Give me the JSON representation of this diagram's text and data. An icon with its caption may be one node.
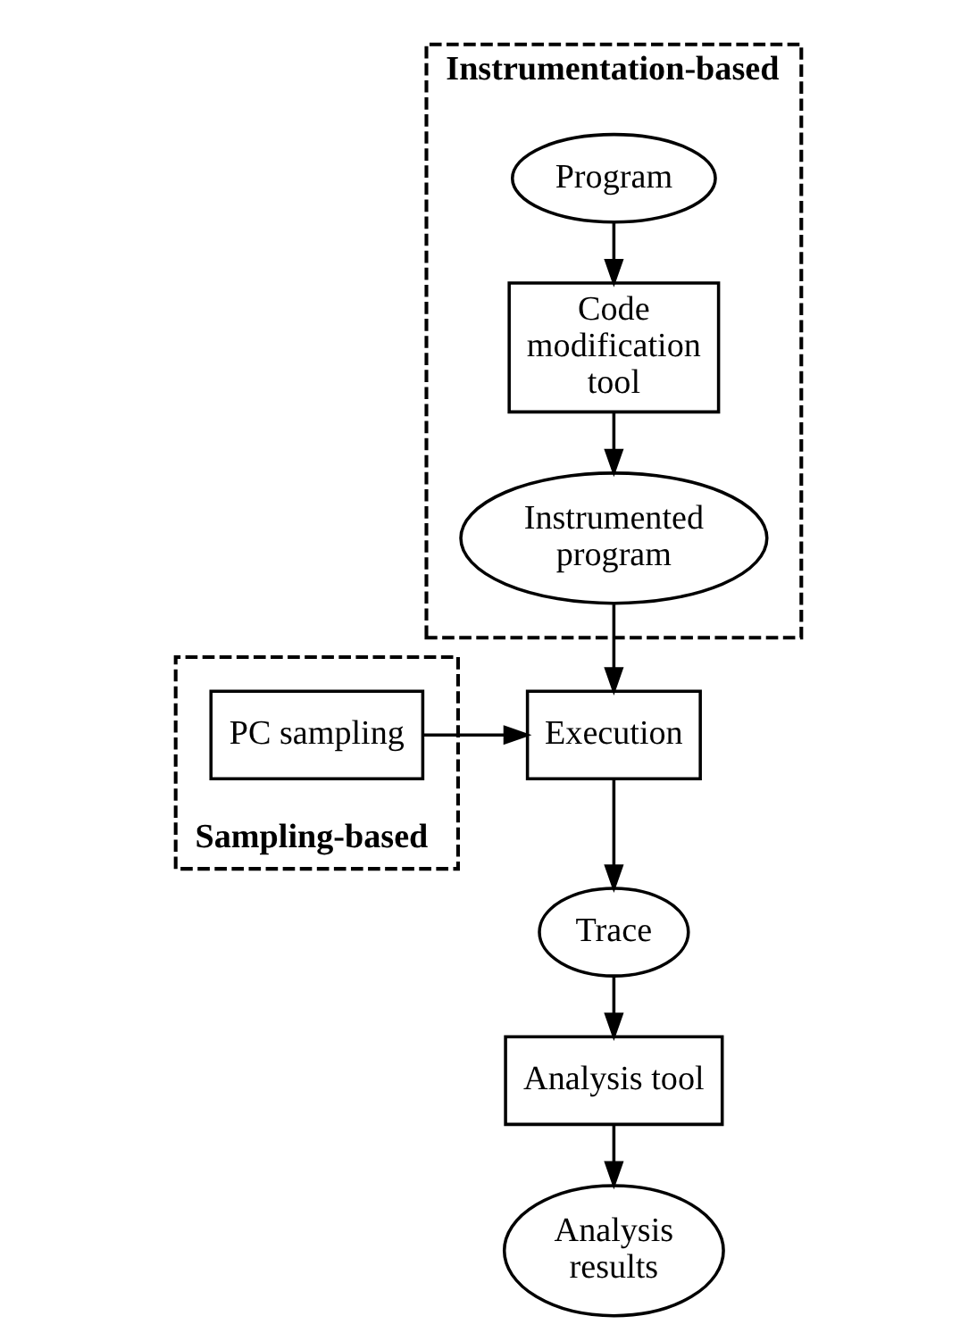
{
  "diagram": {
    "nodes": [
      {
        "text": [
          "Instrumentation-based"
        ]
      },
      {
        "text": [
          "Program"
        ],
        "in": 0
      },
      {
        "text": [
          "Code modification tool"
        ],
        "in": 0
      },
      {
        "text": [
          "Instrumented program"
        ],
        "in": 0
      },
      {
        "text": [
          "Sampling-based"
        ]
      },
      {
        "text": [
          "PC sampling"
        ],
        "in": 4
      },
      {
        "text": [
          "Execution"
        ]
      },
      {
        "text": [
          "Trace"
        ]
      },
      {
        "text": [
          "Analysis tool"
        ]
      },
      {
        "text": [
          "Analysis results"
        ]
      }
    ],
    "edges": [
      {
        "from": 1,
        "to": 2,
        "arrow": "to"
      },
      {
        "from": 2,
        "to": 3,
        "arrow": "to"
      },
      {
        "from": 3,
        "to": 6,
        "arrow": "to"
      },
      {
        "from": 5,
        "to": 6,
        "arrow": "to"
      },
      {
        "from": 6,
        "to": 7,
        "arrow": "to"
      },
      {
        "from": 7,
        "to": 8,
        "arrow": "to"
      },
      {
        "from": 8,
        "to": 9,
        "arrow": "to"
      }
    ]
  }
}
